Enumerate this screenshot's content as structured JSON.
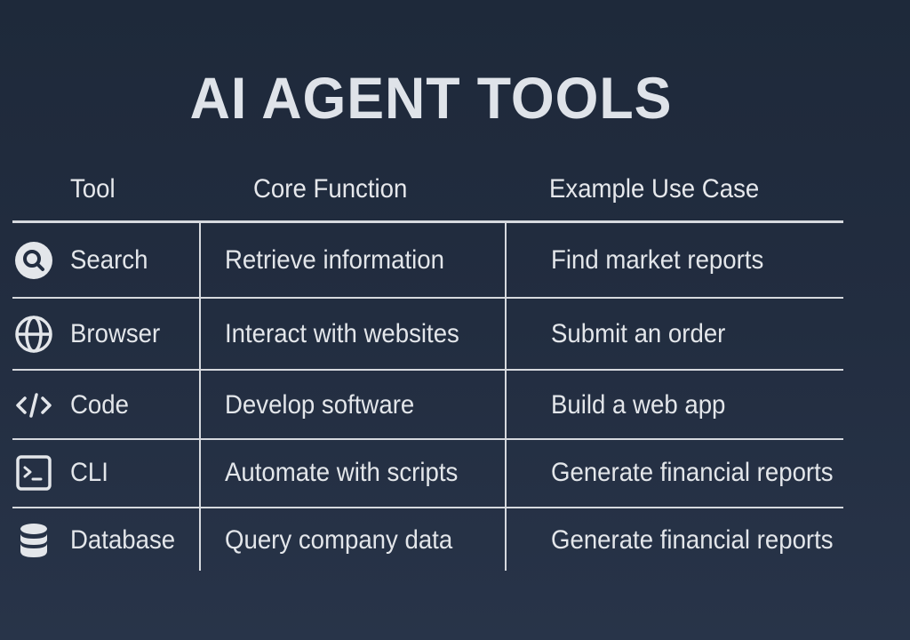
{
  "title": "AI AGENT TOOLS",
  "table": {
    "headers": [
      "Tool",
      "Core Function",
      "Example Use Case"
    ],
    "rows": [
      {
        "icon": "search-icon",
        "tool": "Search",
        "function": "Retrieve information",
        "example": "Find market reports"
      },
      {
        "icon": "globe-icon",
        "tool": "Browser",
        "function": "Interact with websites",
        "example": "Submit an order"
      },
      {
        "icon": "code-icon",
        "tool": "Code",
        "function": "Develop software",
        "example": "Build a web app"
      },
      {
        "icon": "terminal-icon",
        "tool": "CLI",
        "function": "Automate with scripts",
        "example": "Generate financial reports"
      },
      {
        "icon": "database-icon",
        "tool": "Database",
        "function": "Query company data",
        "example": "Generate financial reports"
      }
    ]
  },
  "colors": {
    "background": "#222d40",
    "text": "#e3e6ea",
    "lines": "#d6d9de"
  }
}
